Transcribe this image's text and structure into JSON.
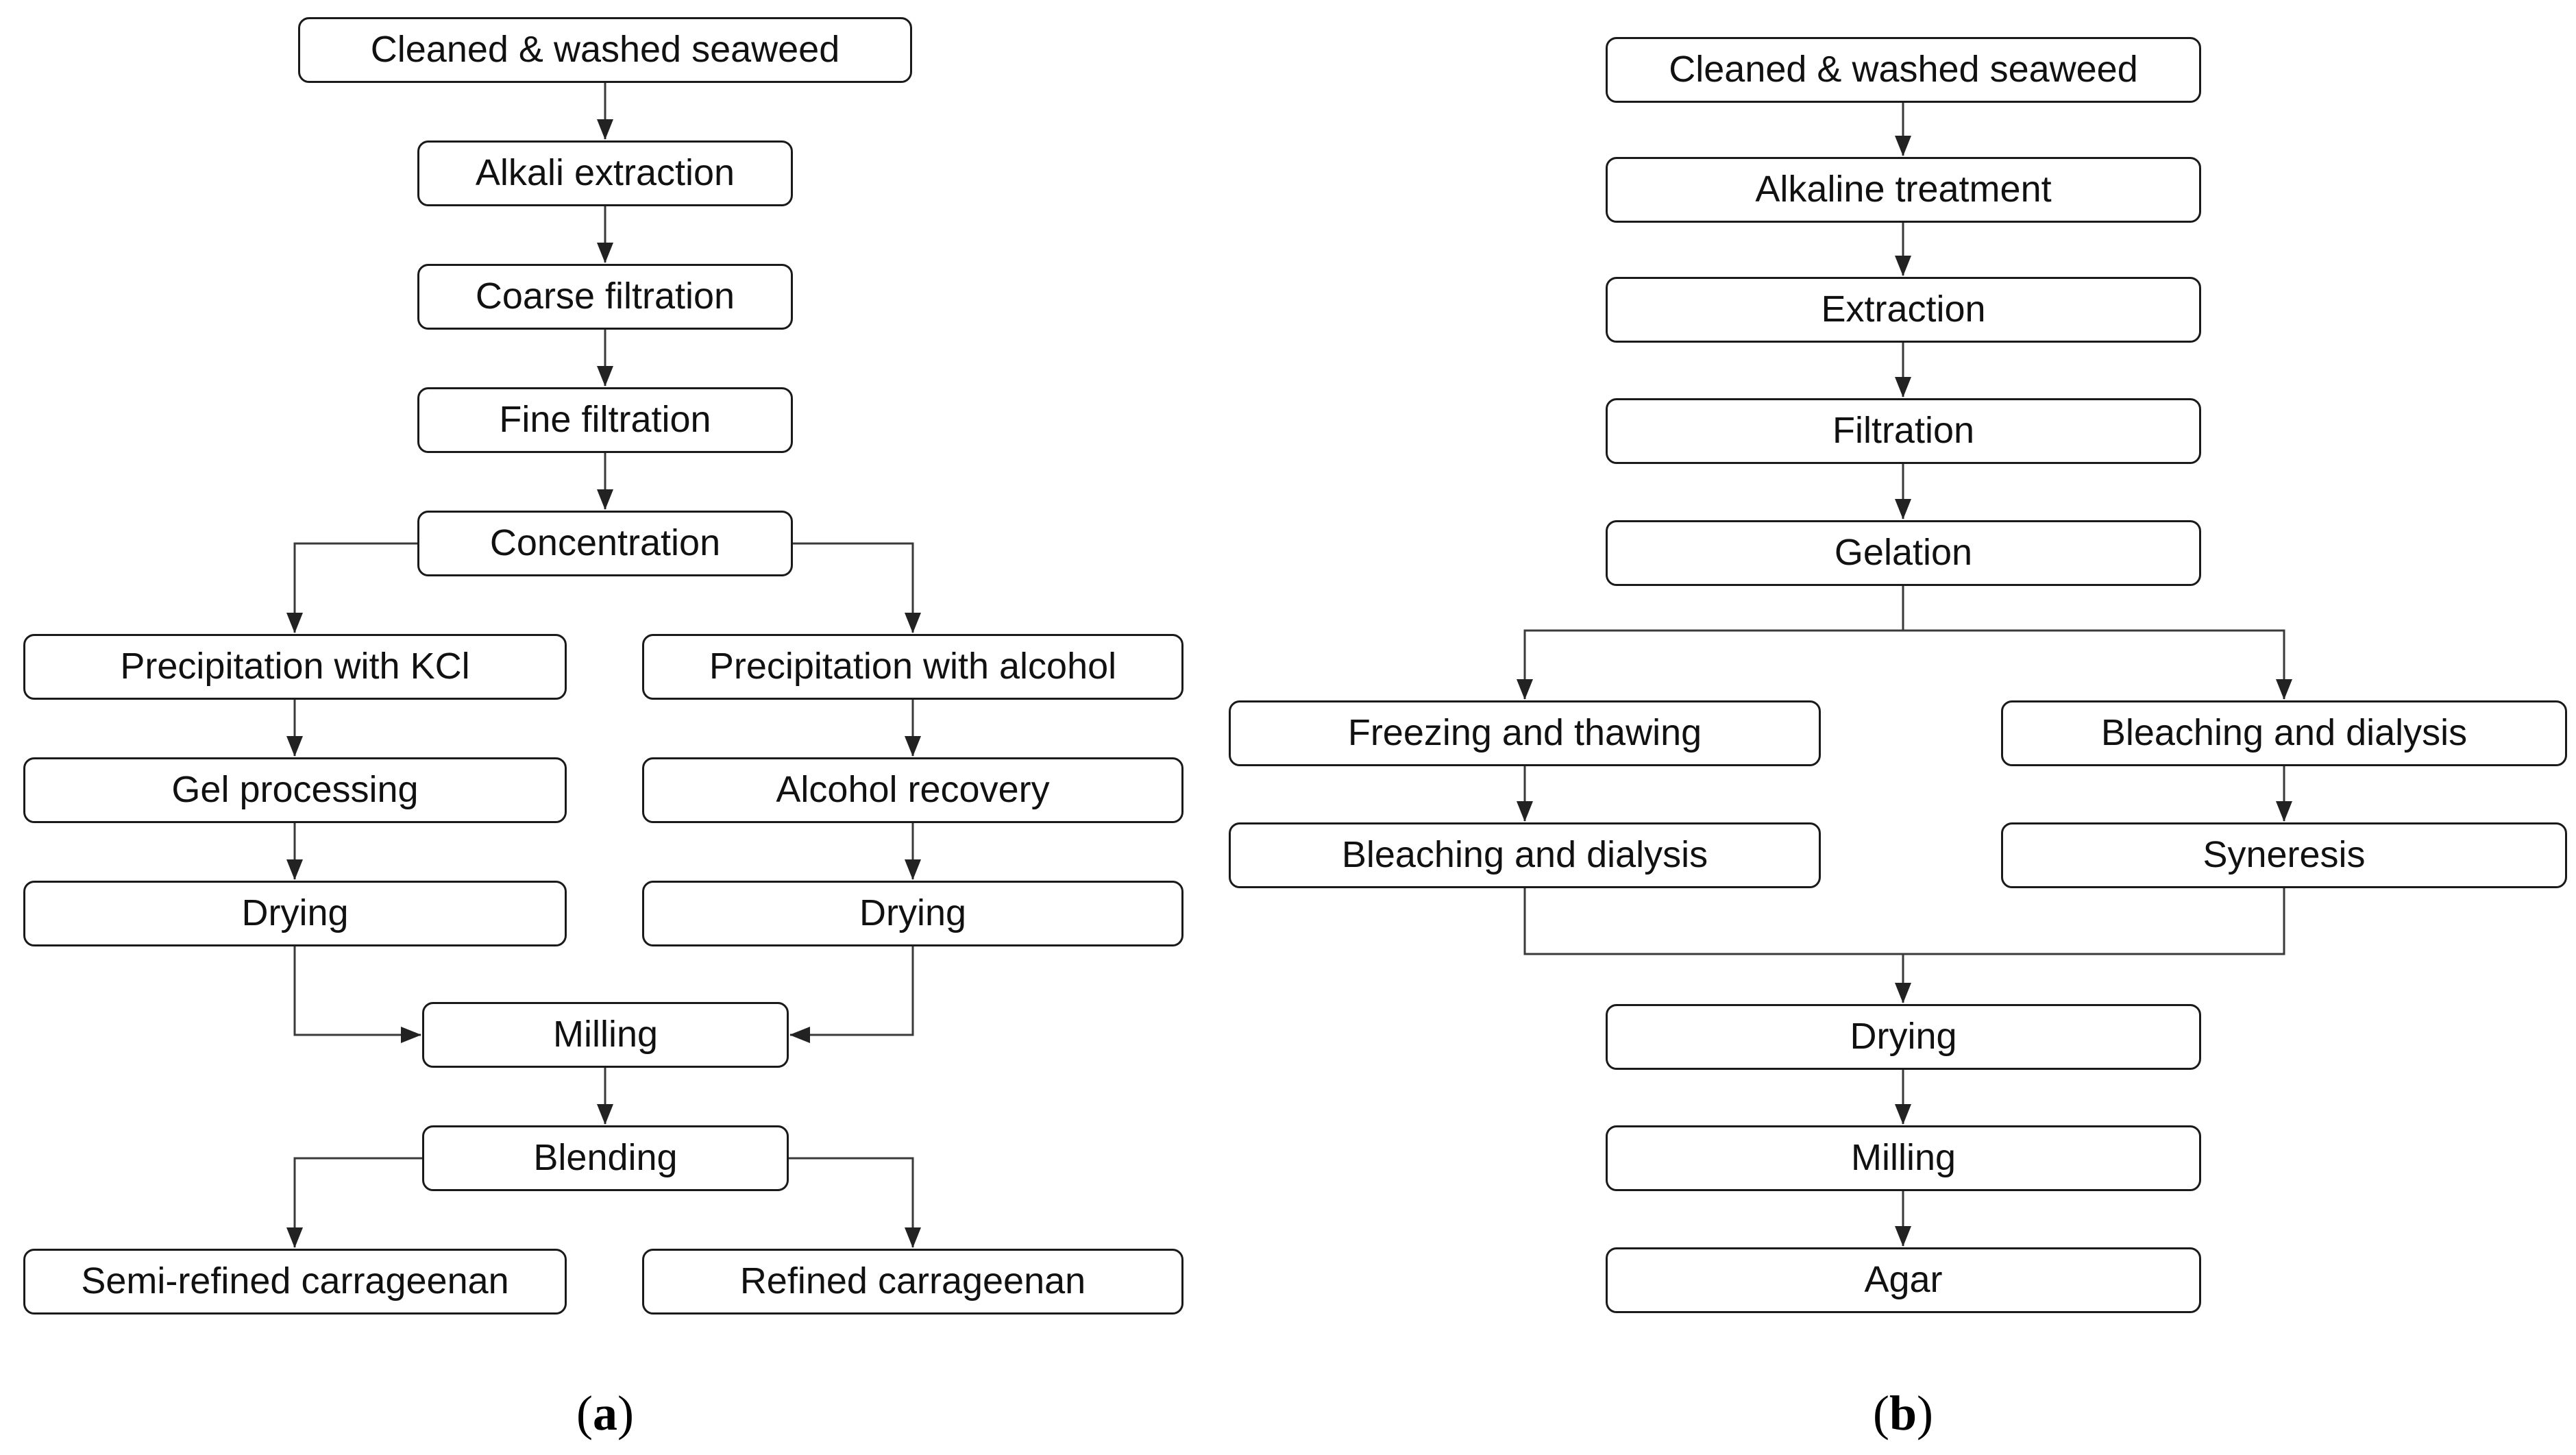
{
  "charts": {
    "a": {
      "caption": {
        "open": "(",
        "letter": "a",
        "close": ")"
      },
      "nodes": {
        "cleaned": "Cleaned & washed seaweed",
        "alkali": "Alkali extraction",
        "coarse": "Coarse filtration",
        "fine": "Fine filtration",
        "concentration": "Concentration",
        "precip_kcl": "Precipitation with KCl",
        "precip_alcohol": "Precipitation with alcohol",
        "gel": "Gel processing",
        "alcohol_recovery": "Alcohol recovery",
        "drying_left": "Drying",
        "drying_right": "Drying",
        "milling": "Milling",
        "blending": "Blending",
        "semi_refined": "Semi-refined carrageenan",
        "refined": "Refined carrageenan"
      }
    },
    "b": {
      "caption": {
        "open": "(",
        "letter": "b",
        "close": ")"
      },
      "nodes": {
        "cleaned": "Cleaned & washed seaweed",
        "alkaline": "Alkaline treatment",
        "extraction": "Extraction",
        "filtration": "Filtration",
        "gelation": "Gelation",
        "freezing": "Freezing and thawing",
        "bleaching_right": "Bleaching and dialysis",
        "bleaching_left": "Bleaching and dialysis",
        "syneresis": "Syneresis",
        "drying": "Drying",
        "milling": "Milling",
        "agar": "Agar"
      }
    }
  },
  "colors": {
    "background": "#ffffff",
    "box_fill": "#ffffff",
    "box_border": "#1a1a1a",
    "connector": "#3a3a3a",
    "text": "#111111"
  }
}
